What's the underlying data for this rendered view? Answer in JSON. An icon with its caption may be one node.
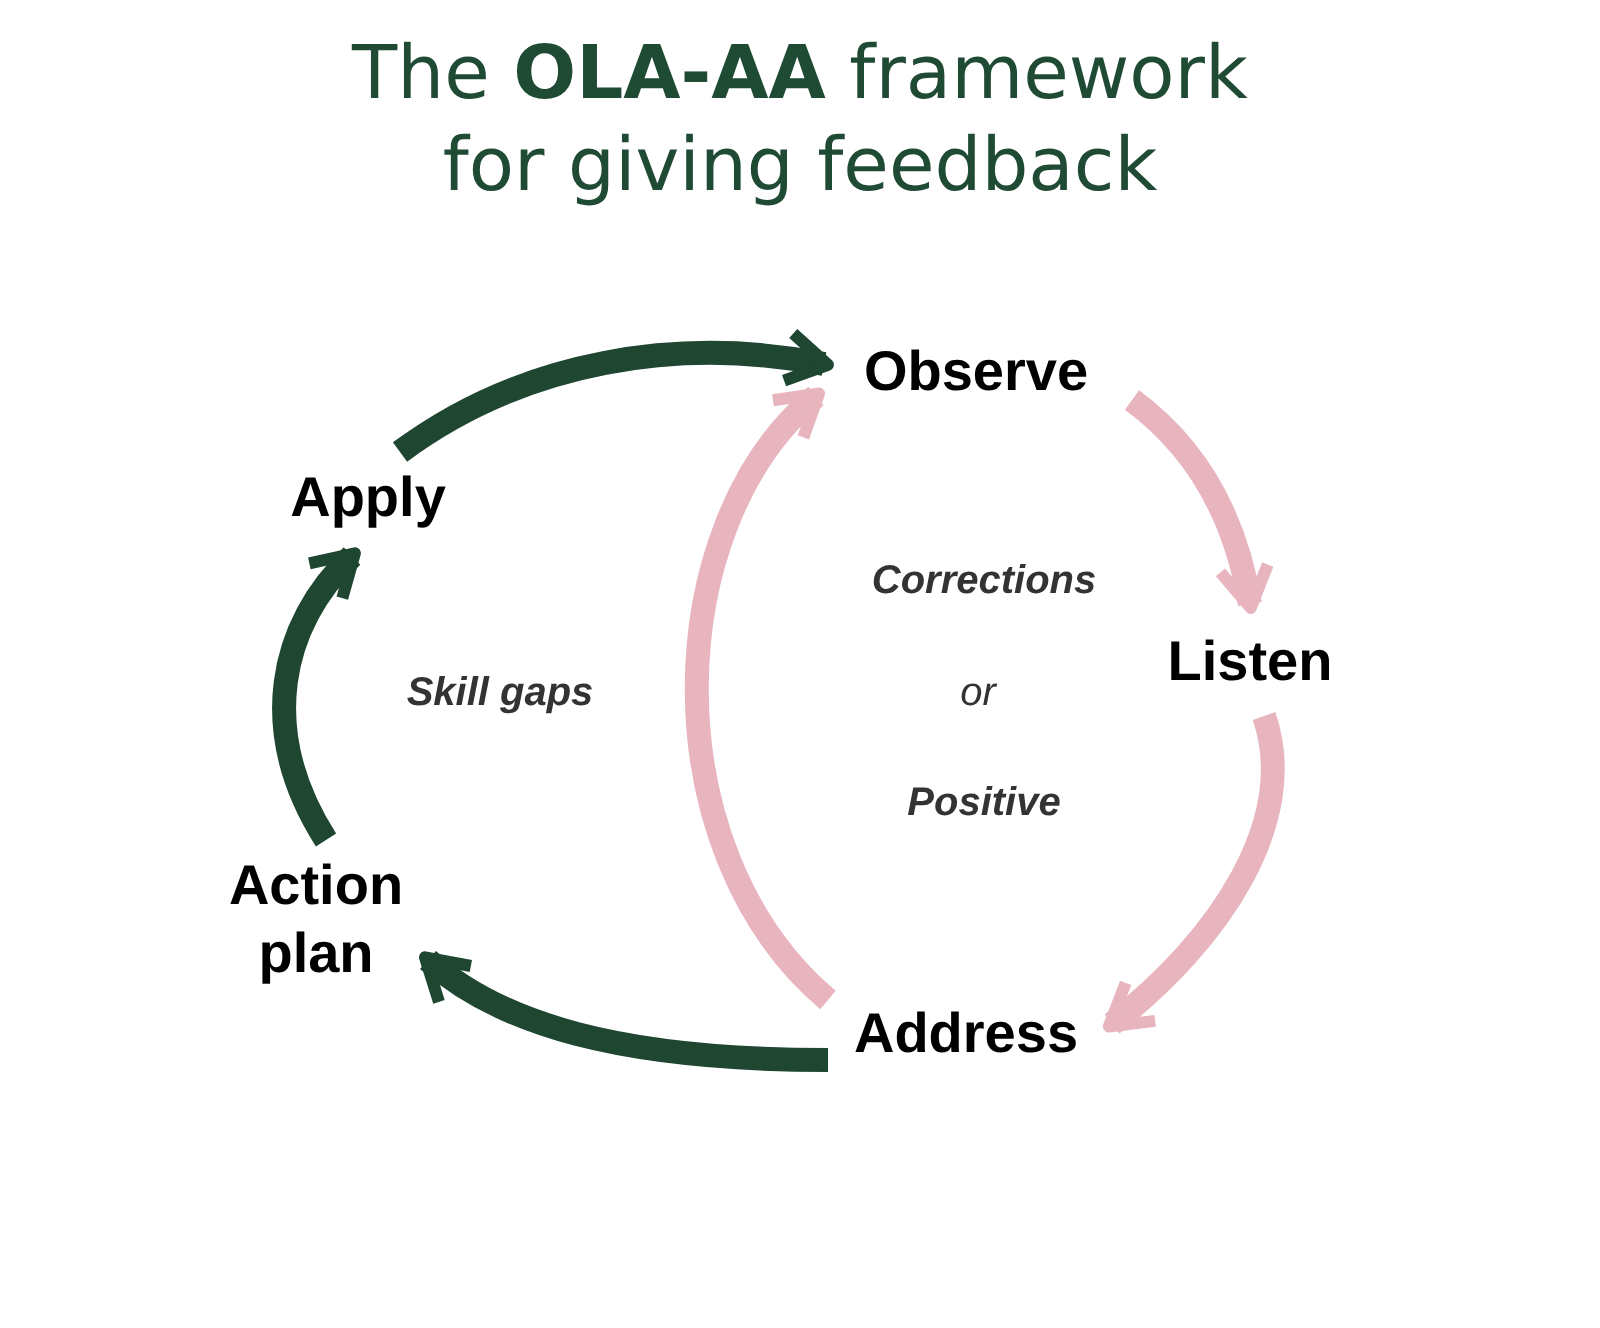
{
  "diagram": {
    "title": "The **OLA-AA** framework for giving feedback",
    "nodes": [
      {
        "text": [
          "Observe"
        ]
      },
      {
        "text": [
          "Listen"
        ]
      },
      {
        "text": [
          "Address"
        ]
      },
      {
        "text": [
          "Action plan"
        ]
      },
      {
        "text": [
          "Apply"
        ]
      }
    ],
    "edges": [
      {
        "from": 0,
        "to": 1,
        "arrow": "to",
        "color": "#e8b5bf"
      },
      {
        "from": 1,
        "to": 2,
        "arrow": "to",
        "color": "#e8b5bf"
      },
      {
        "from": 2,
        "to": 0,
        "arrow": "to",
        "color": "#e8b5bf"
      },
      {
        "from": 2,
        "to": 3,
        "arrow": "to",
        "color": "#1e4631"
      },
      {
        "from": 3,
        "to": 4,
        "arrow": "to",
        "color": "#1e4631"
      },
      {
        "from": 4,
        "to": 0,
        "arrow": "to",
        "color": "#1e4631"
      }
    ],
    "labels": [
      "Corrections",
      "or",
      "Positive",
      "Skill gaps"
    ]
  }
}
